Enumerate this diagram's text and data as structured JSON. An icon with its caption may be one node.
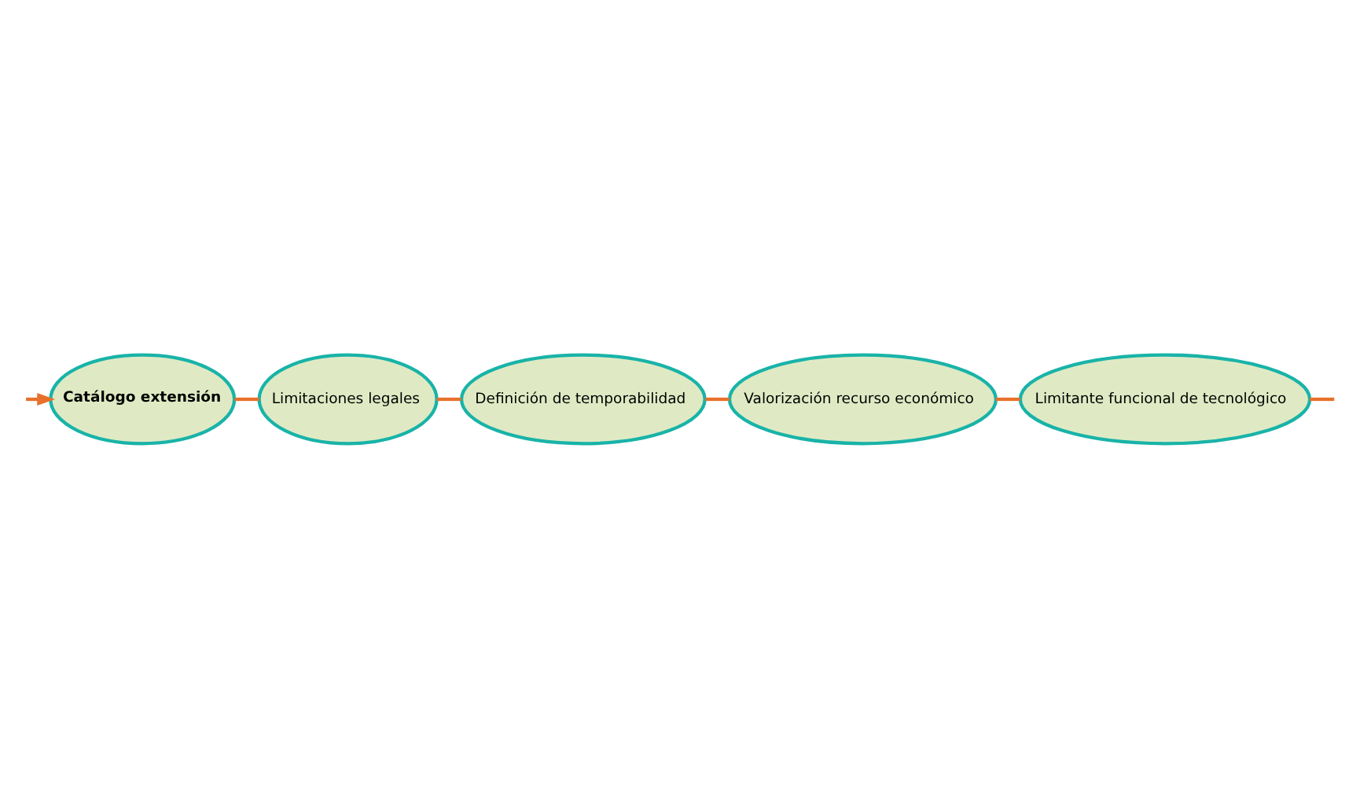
{
  "diagram": {
    "nodes": [
      {
        "text": [
          "Catálogo extensión"
        ]
      },
      {
        "text": [
          "Limitaciones legales"
        ]
      },
      {
        "text": [
          "Definición de temporabilidad"
        ]
      },
      {
        "text": [
          "Valorización recurso económico"
        ]
      },
      {
        "text": [
          "Limitante funcional de tecnológico"
        ]
      }
    ],
    "edges": [
      {
        "from": null,
        "to": 0,
        "arrow": "to"
      },
      {
        "from": 0,
        "to": 1,
        "arrow": "none"
      },
      {
        "from": 1,
        "to": 2,
        "arrow": "none"
      },
      {
        "from": 2,
        "to": 3,
        "arrow": "none"
      },
      {
        "from": 3,
        "to": 4,
        "arrow": "none"
      },
      {
        "from": 4,
        "to": null,
        "arrow": "none"
      }
    ]
  }
}
